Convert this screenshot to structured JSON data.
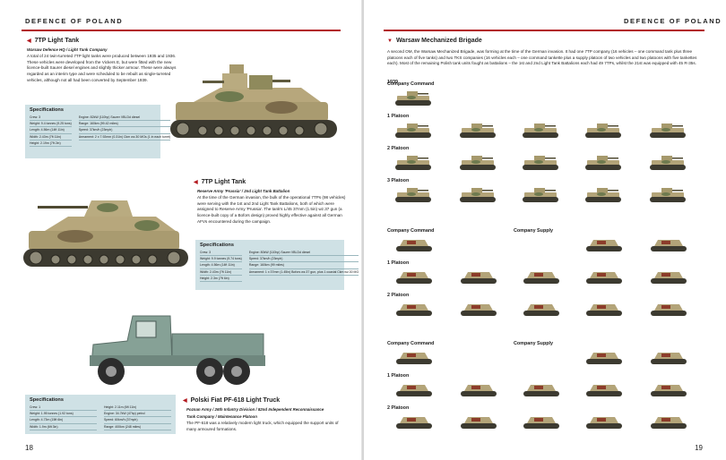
{
  "spread": {
    "running_head_left": "DEFENCE OF POLAND",
    "running_head_right": "DEFENCE OF POLAND",
    "page_left": "18",
    "page_right": "19"
  },
  "colors": {
    "accent": "#b2181e",
    "spec_box": "#cfe1e5",
    "tank_sand": "#b7a77c",
    "tank_green": "#6f7a4f",
    "truck": "#7f9a90"
  },
  "tank1": {
    "title": "7TP Light Tank",
    "subtitle": "Warsaw Defence HQ / Light Tank Company",
    "body": "A total of 24 twin-turreted 7TP light tanks were produced between 1935 and 1936. These vehicles were developed from the Vickers E, but were fitted with the new licence-built Saurer diesel engines and slightly thicker armour. These were always regarded as an interim type and were scheduled to be rebuilt as single-turreted vehicles, although not all had been converted by September 1939.",
    "specs_title": "Specifications",
    "specs_left": [
      "Crew: 3",
      "Weight: 9.4 tonnes (9.25 tons)",
      "Length: 4.56m (14ft 11in)",
      "Width: 2.43m (7ft 11in)",
      "Height: 2.19m (7ft 2in)"
    ],
    "specs_right": [
      "Engine: 82kW (110hp) Saurer VBLDd diesel",
      "Range: 160km (99.42 miles)",
      "Speed: 37km/h (23mph)",
      "Armament: 2 x 7.92mm (0.31in) Ckm wz.30 MGs (1 in each turret)"
    ]
  },
  "tank2": {
    "title": "7TP Light Tank",
    "subtitle": "Reserve Army 'Prussia' / 2nd Light Tank Battalion",
    "body": "At the time of the German invasion, the bulk of the operational 7TPs (98 vehicles) were serving with the 1st and 2nd Light Tank Battalions, both of which were assigned to Reserve Army 'Prussia'. The tank's L/45 37mm (1.5in) wz.37 gun (a licence-built copy of a Bofors design) proved highly effective against all German AFVs encountered during the campaign.",
    "specs_title": "Specifications",
    "specs_left": [
      "Crew: 3",
      "Weight: 9.9 tonnes (9.74 tons)",
      "Length: 4.56m (14ft 11in)",
      "Width: 2.43m (7ft 11in)",
      "Height: 2.3m (7ft 6in)"
    ],
    "specs_right": [
      "Engine: 80kW (110hp) Saurer VBLDd diesel",
      "Speed: 37km/h (23mph)",
      "Range: 160km (99 miles)",
      "Armament: 1 x 37mm (1.45in) Bofors wz.37 gun, plus 1 coaxial Ckm wz.30 MG"
    ]
  },
  "truck": {
    "title": "Polski Fiat PF-618 Light Truck",
    "subtitle1": "Poznan Army / 26th Infantry Division / 82nd Independent Reconnaissance",
    "subtitle2": "Tank Company / Maintenance Platoon",
    "body": "The PF-618 was a relatively modern light truck, which equipped the support units of many armoured formations.",
    "specs_title": "Specifications",
    "specs_left": [
      "Crew: 1",
      "Weight: 1.95 tonnes (1.92 tons)",
      "Length: 4.73m (15ft 6in)",
      "Width: 1.9m (6ft 3in)"
    ],
    "specs_right": [
      "Height: 2.11m (6ft 11in)",
      "Engine: 34.7kW (47hp) petrol",
      "Speed: 60km/h (37mph)",
      "Range: 400km (248 miles)"
    ]
  },
  "brigade": {
    "title": "Warsaw Mechanized Brigade",
    "body": "A second OM, the Warsaw Mechanized Brigade, was forming at the time of the German invasion. It had one 7TP company (16 vehicles – one command tank plus three platoons each of five tanks) and two TKS companies (16 vehicles each – one command tankette plus a supply platoon of two vehicles and two platoons with five tankettes each). Most of the remaining Polish tank units fought as battalions – the 1st and 2nd Light Tank Battalions each had 49 7TPs, whilst the 21st was equipped with 45 R-35s.",
    "year": "1939",
    "company_command": "Company Command",
    "company_supply": "Company Supply",
    "platoon1": "1 Platoon",
    "platoon2": "2 Platoon",
    "platoon3": "3 Platoon"
  }
}
